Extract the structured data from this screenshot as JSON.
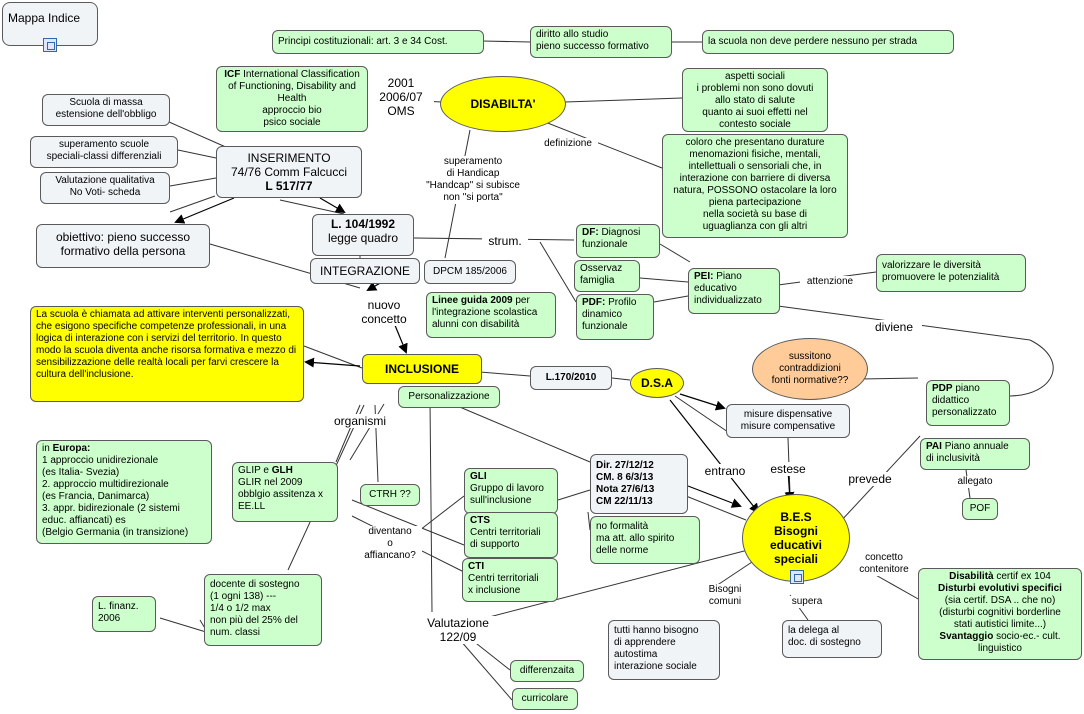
{
  "mappa": "Mappa Indice",
  "principi": "Principi costituzionali: art. 3 e 34 Cost.",
  "diritto": "diritto allo studio\npieno successo formativo",
  "nessuno": "la scuola non deve perdere nessuno per strada",
  "icf_title": "ICF",
  "icf_rest": " International Classification of Functioning, Disability and Health\napproccio bio\npsico sociale",
  "oms": "2001\n2006/07\nOMS",
  "disabilita": "DISABILTA'",
  "aspetti": "aspetti sociali\ni problemi non sono dovuti\nallo stato di salute\nquanto ai suoi effetti nel\ncontesto sociale",
  "definizione": "definizione",
  "coloro": "coloro che presentano durature menomazioni fisiche, mentali, intellettuali o sensoriali che, in interazione con barriere di diversa natura, POSSONO ostacolare la loro piena partecipazione\nnella società su base di\nuguaglianza con gli altri",
  "scuola_massa": "Scuola di massa\nestensione dell'obbligo",
  "superamento_scuole": "superamento scuole\nspeciali-classi differenziali",
  "valutazione": "Valutazione qualitativa\nNo Voti-   scheda",
  "inserimento_a": "INSERIMENTO\n74/76 Comm Falcucci",
  "inserimento_b": "L 517/77",
  "superamento_handicap": "superamento\ndi Handicap\n\"Handcap\" si subisce\nnon \"si porta\"",
  "obiettivo": "obiettivo: pieno successo\nformativo della persona",
  "legge_a": "L. 104/1992",
  "legge_b": "legge quadro",
  "integrazione": "INTEGRAZIONE",
  "dpcm": "DPCM 185/2006",
  "strum": "strum.",
  "df_b": "DF:",
  "df_rest": " Diagnosi\nfunzionale",
  "osservaz": "Osservaz\nfamiglia",
  "pdf_b": "PDF:",
  "pdf_rest": " Profilo\ndinamico\nfunzionale",
  "pei_b": "PEI:",
  "pei_rest": "  Piano\neducativo\nindividualizzato",
  "attenzione": "attenzione",
  "valorizzare": "valorizzare le diversità\npromuovere le potenzialità",
  "diviene": "diviene",
  "nuovo_concetto": "nuovo\nconcetto",
  "linee_b": "Linee guida 2009",
  "linee_rest": " per l'integrazione scolastica alunni con disabilità",
  "scuola_yellow": "La scuola è  chiamata ad attivare interventi personalizzati, che esigono specifiche competenze professionali, in una logica di interazione con i servizi del territorio. In questo modo la scuola diventa anche risorsa formativa e mezzo di sensibilizzazione delle realtà locali per farvi crescere la cultura dell'inclusione.",
  "inclusione": "INCLUSIONE",
  "personalizzazione": "Personalizzazione",
  "l170": "L.170/2010",
  "dsa": "D.S.A",
  "sussitono": "sussitono\ncontraddizioni\nfonti normative??",
  "misure": "misure dispensative\nmisure compensative",
  "pdp_b": "PDP",
  "pdp_rest": " piano\ndidattico\npersonalizzato",
  "pai_b": "PAI",
  "pai_rest": " Piano annuale\ndi inclusività",
  "allegato": "allegato",
  "pof": "POF",
  "prevede": "prevede",
  "estese": "estese",
  "entrano": "entrano",
  "organismi": "organismi",
  "europa_pre": "in ",
  "europa_b": "Europa:",
  "europa_rest": "\n1 approccio unidirezionale\n(es Italia- Svezia)\n2. approccio multidirezionale\n(es Francia, Danimarca)\n3. appr. bidirezionale (2 sistemi educ. affiancati) es\n(Belgio Germania (in transizione)",
  "glip_a": "GLIP e ",
  "glip_b": "GLH",
  "glip_rest": "\nGLIR nel 2009\nobblgio assitenza x\nEE.LL",
  "ctrh": "CTRH  ??",
  "gli_b": "GLI",
  "gli_rest": "\nGruppo di lavoro\nsull'inclusione",
  "cts_b": "CTS",
  "cts_rest": "\nCentri territoriali\ndi supporto",
  "cti_b": "CTI",
  "cti_rest": "\nCentri territoriali\nx inclusione",
  "diventano": "diventano\no\naffiancano?",
  "dir": "Dir. 27/12/12\nCM. 8 6/3/13\nNota 27/6/13\nCM 22/11/13",
  "no_formalita": "no formalità\nma att. allo spirito\ndelle norme",
  "bes": "B.E.S\nBisogni\neducativi\nspeciali",
  "concetto": "concetto\ncontenitore",
  "disab_b1": "Disabilità",
  "disab_r1": " certif ex 104",
  "disab_b2": "Disturbi evolutivi specifici",
  "disab_r2": "(sia certif. DSA .. che no)\n(disturbi cognitivi borderline\nstati autistici limite...)",
  "disab_b3": "Svantaggio",
  "disab_r3": " socio-ec.- cult.\nlinguistico",
  "docente": "docente di sostegno\n(1 ogni 138) ---\n1/4 o 1/2 max\nnon più del 25% del\nnum. classi",
  "finanz": "L. finanz.\n2006",
  "valutazione_122": "Valutazione\n122/09",
  "bisogni_comuni": "Bisogni\ncomuni",
  "tutti": "tutti hanno bisogno\ndi apprendere\nautostima\ninterazione sociale",
  "supera": "supera",
  "delega": "la delega al\ndoc. di sostegno",
  "differenzaita": "differenzaita",
  "curricolare": "curricolare"
}
